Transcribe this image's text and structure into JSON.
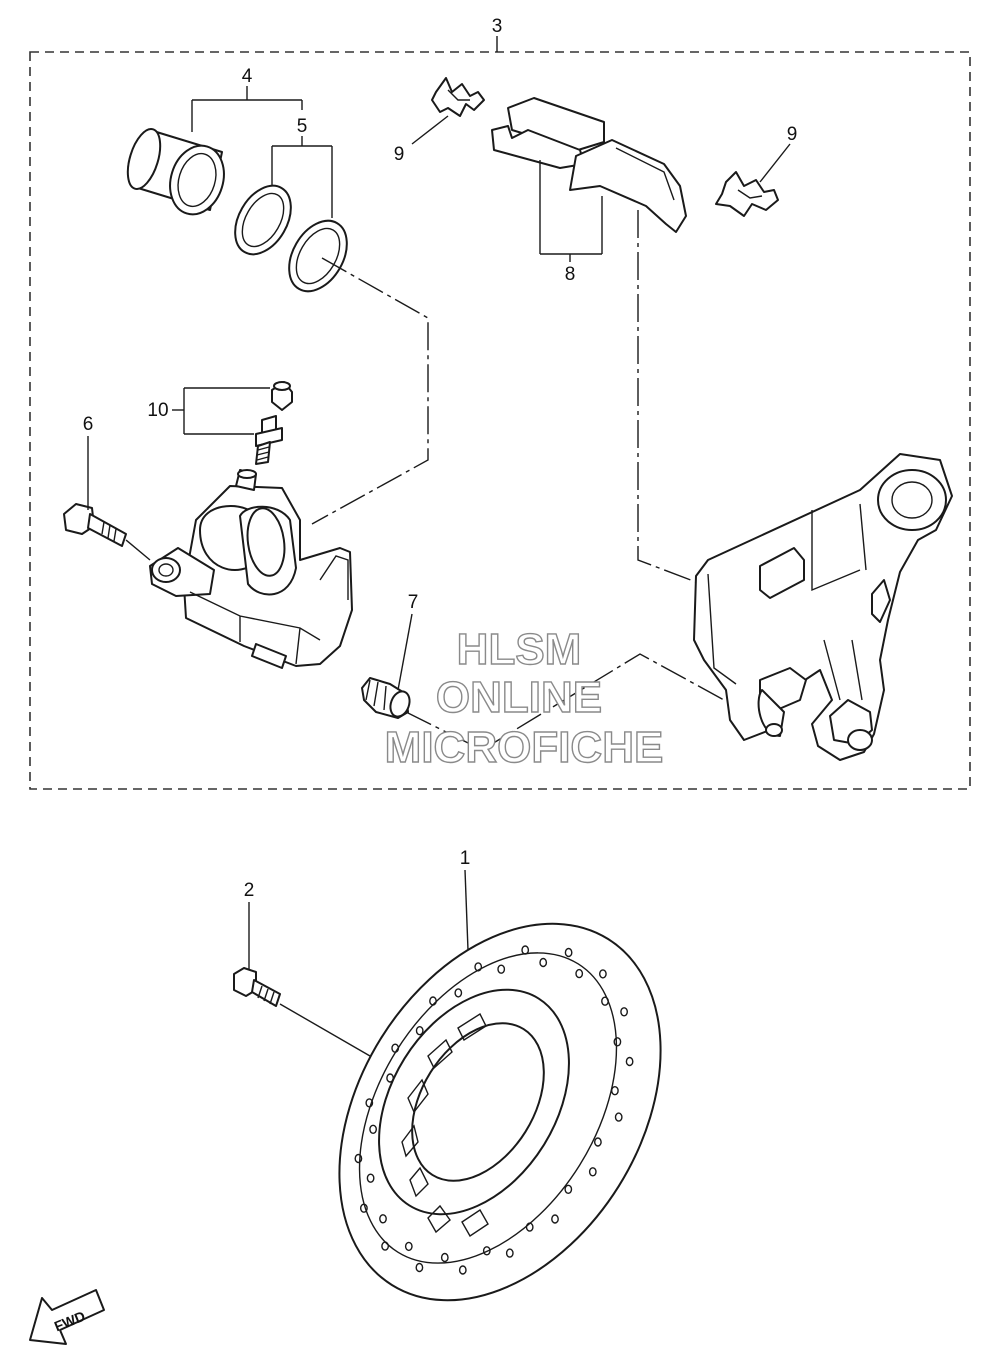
{
  "diagram": {
    "callouts": {
      "c1": "1",
      "c2": "2",
      "c3": "3",
      "c4": "4",
      "c5": "5",
      "c6": "6",
      "c7": "7",
      "c8": "8",
      "c9a": "9",
      "c9b": "9",
      "c10": "10"
    },
    "watermark": {
      "line1": "HLSM",
      "line2": "ONLINE",
      "line3": "MICROFICHE"
    },
    "fwd_label": "FWD"
  }
}
